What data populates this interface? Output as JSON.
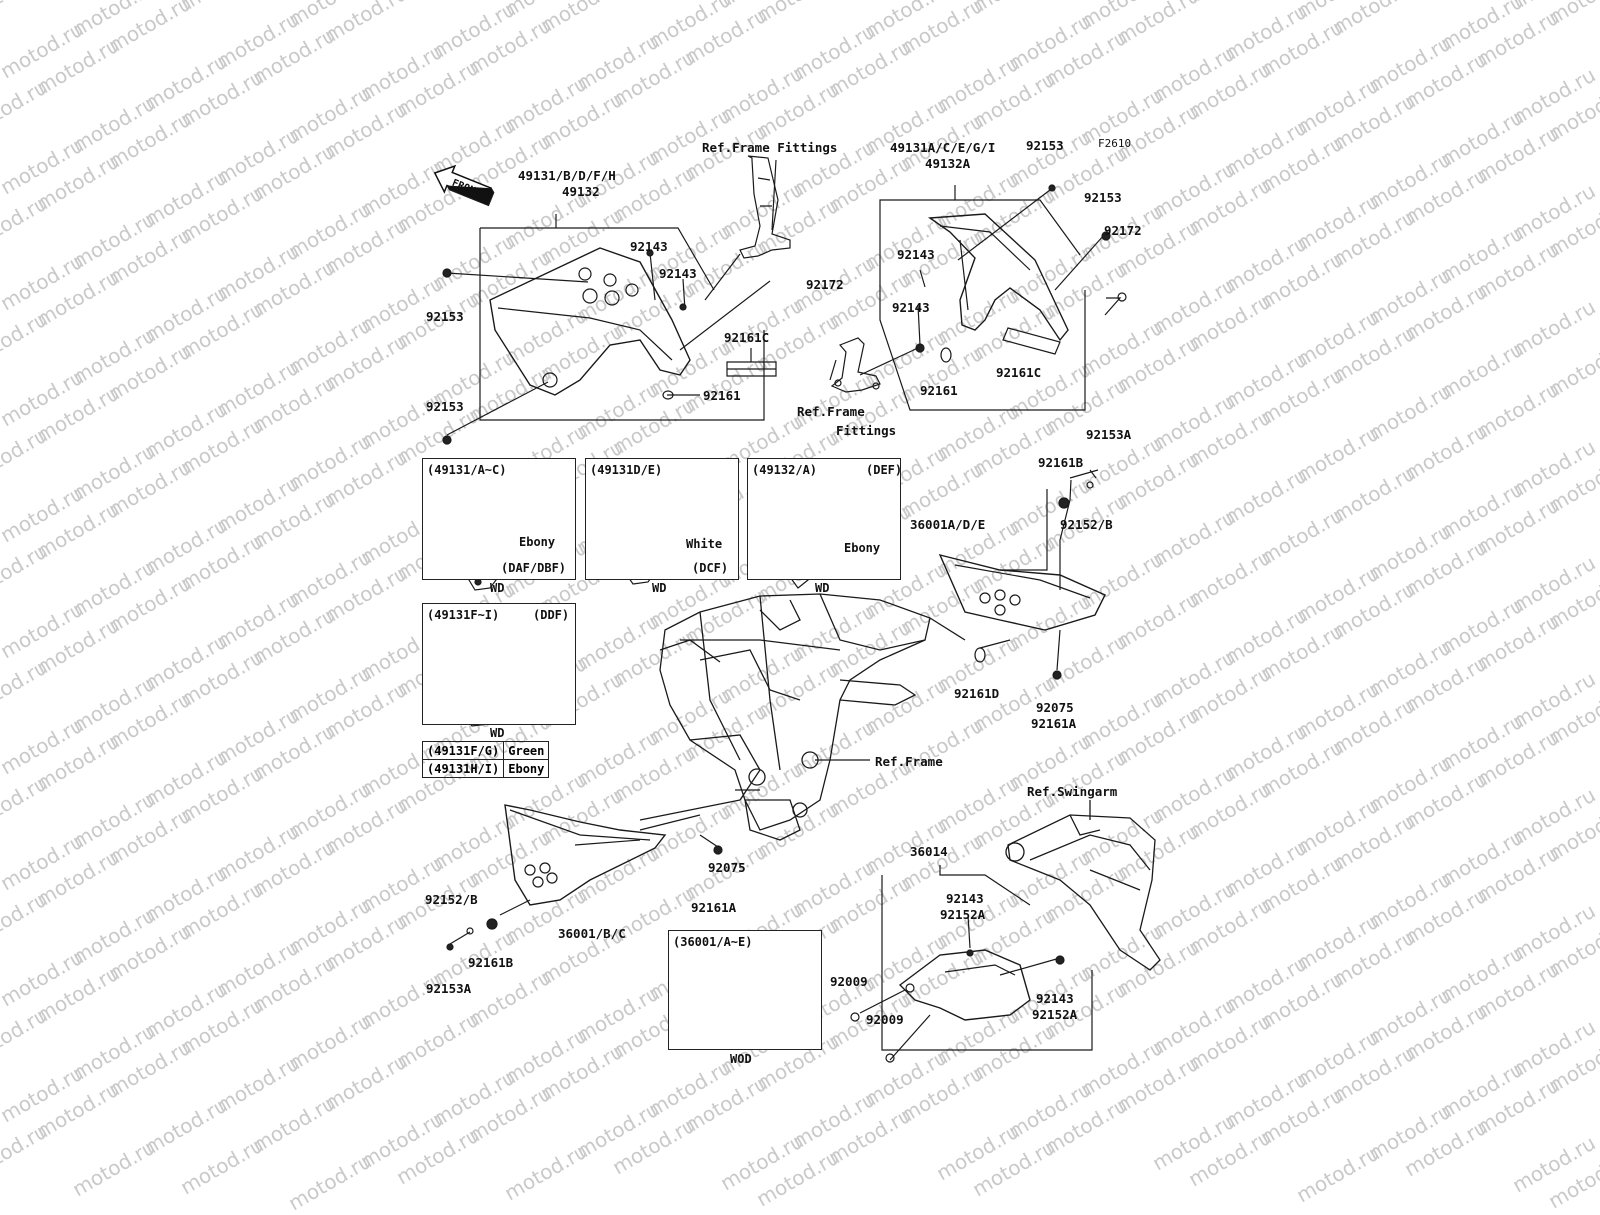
{
  "watermark": "motod.ru",
  "figure_code": "F2610",
  "front_arrow": "FRONT",
  "callouts": {
    "c1": "Ref.Frame Fittings",
    "c2": "49131/B/D/F/H",
    "c3": "49132",
    "c4": "92143",
    "c5": "92143",
    "c6": "92172",
    "c7": "92153",
    "c8": "92161C",
    "c9": "92161",
    "c10": "92153",
    "c11": "49131A/C/E/G/I",
    "c12": "49132A",
    "c13": "92153",
    "c14": "92153",
    "c15": "92143",
    "c16": "92172",
    "c17": "92143",
    "c18": "92161",
    "c19": "92161C",
    "c20": "Ref.Frame",
    "c21": "Fittings",
    "c22": "92153A",
    "c23": "92161B",
    "c24": "92152/B",
    "c25": "36001A/D/E",
    "c26": "92161D",
    "c27": "92075",
    "c28": "92161A",
    "c29": "Ref.Frame",
    "c30": "Ref.Swingarm",
    "c31": "36014",
    "c32": "92143",
    "c33": "92152A",
    "c34": "92075",
    "c35": "92161A",
    "c36": "92152/B",
    "c37": "36001/B/C",
    "c38": "92161B",
    "c39": "92153A",
    "c40": "92009",
    "c41": "92009",
    "c42": "92143",
    "c43": "92152A"
  },
  "variant_boxes": {
    "b1": {
      "title": "(49131/A~C)",
      "note": "Ebony",
      "code": "(DAF/DBF)",
      "footer": "WD"
    },
    "b2": {
      "title": "(49131D/E)",
      "note": "White",
      "code": "(DCF)",
      "footer": "WD"
    },
    "b3": {
      "title": "(49132/A)",
      "code": "(DEF)",
      "note": "Ebony",
      "footer": "WD"
    },
    "b4": {
      "title": "(49131F~I)",
      "code": "(DDF)",
      "footer": "WD"
    },
    "b5": {
      "title": "(36001/A~E)",
      "footer": "WOD"
    }
  },
  "color_table": [
    {
      "part": "(49131F/G)",
      "color": "Green"
    },
    {
      "part": "(49131H/I)",
      "color": "Ebony"
    }
  ]
}
